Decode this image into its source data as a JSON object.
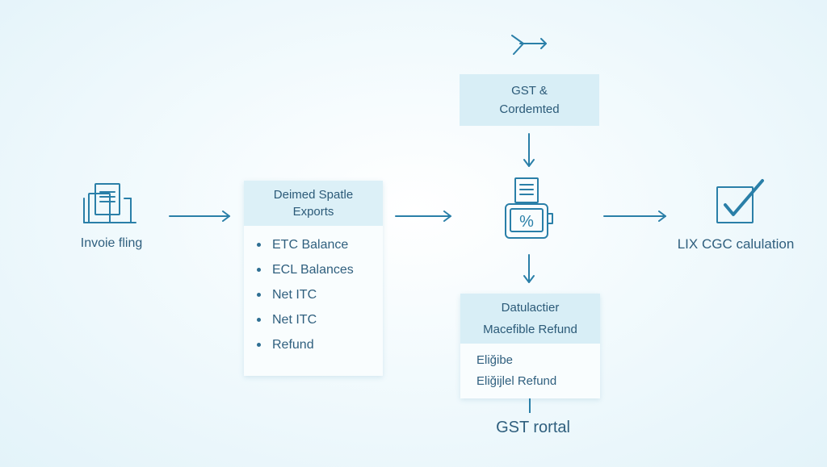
{
  "invoice": {
    "label": "Invoie fling",
    "icon": "document-stack-icon"
  },
  "deemed_exports": {
    "title_line1": "Deimed Spatle",
    "title_line2": "Exports",
    "items": [
      "ETC Balance",
      "ECL Balances",
      "Net ITC",
      "Net ITC",
      "Refund"
    ]
  },
  "gst_box": {
    "line1": "GST &",
    "line2": "Cordemted"
  },
  "top_icon": "paper-plane-icon",
  "center_icon": "calculator-percent-icon",
  "refund_box": {
    "header_line1": "Datulactier",
    "header_line2": "Macefible Refund",
    "body_line1": "Eliğibe",
    "body_line2": "Eliğijlel Refund"
  },
  "portal": {
    "label": "GST rortal"
  },
  "calculation": {
    "label": "LIX CGC calulation",
    "icon": "checkbox-checked-icon"
  },
  "colors": {
    "accent": "#2a7fa8",
    "header_fill": "#d8eef6",
    "text": "#2f5f7e"
  }
}
